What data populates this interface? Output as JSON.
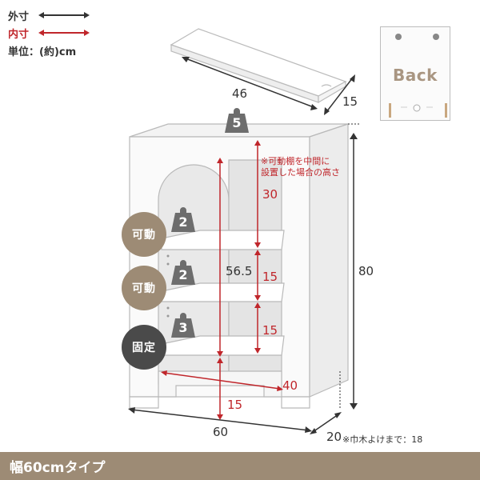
{
  "legend": {
    "outer_label": "外寸",
    "inner_label": "内寸",
    "unit_label": "単位：(約)cm"
  },
  "colors": {
    "inner_dim": "#c0262b",
    "accent_tan": "#9d8b75",
    "badge_dark": "#4a4a4a",
    "back_text": "#a99682"
  },
  "back_panel": {
    "label": "Back"
  },
  "top_shelf": {
    "width": "46",
    "depth": "15"
  },
  "weights": {
    "top": "5",
    "shelf_1": "2",
    "shelf_2": "2",
    "shelf_3": "3"
  },
  "badges": {
    "shelf_1": "可動",
    "shelf_2": "可動",
    "shelf_3": "固定"
  },
  "dimensions": {
    "note_line_1": "※可動棚を中間に",
    "note_line_2": "設置した場合の高さ",
    "arch_height": "30",
    "inner_height": "56.5",
    "shelf_gap_1": "15",
    "shelf_gap_2": "15",
    "inner_width": "40",
    "bottom_height": "15",
    "total_height": "80",
    "total_width": "60",
    "total_depth": "20",
    "baseboard_note": "※巾木よけまで：18"
  },
  "footer": {
    "title": "幅60cmタイプ"
  }
}
